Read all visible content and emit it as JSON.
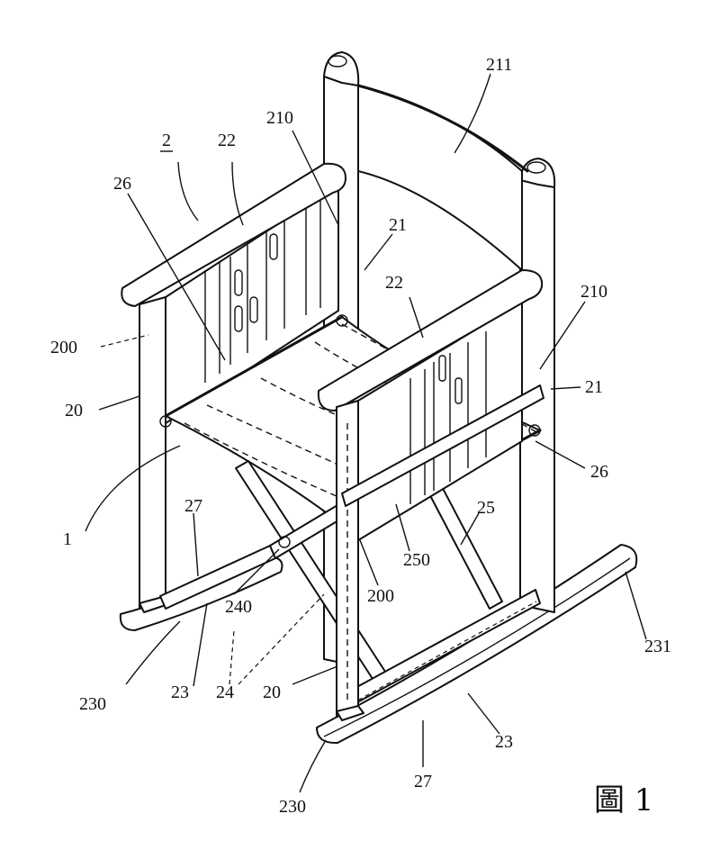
{
  "labels": {
    "l211": "211",
    "l2": "2",
    "l22a": "22",
    "l210a": "210",
    "l26a": "26",
    "l21a": "21",
    "l22b": "22",
    "l210b": "210",
    "l200a": "200",
    "l20a": "20",
    "l21b": "21",
    "l26b": "26",
    "l1": "1",
    "l27a": "27",
    "l25": "25",
    "l250": "250",
    "l200b": "200",
    "l240": "240",
    "l231": "231",
    "l230a": "230",
    "l23a": "23",
    "l24": "24",
    "l20b": "20",
    "l23b": "23",
    "l27b": "27",
    "l230b": "230"
  },
  "caption": "圖 1"
}
